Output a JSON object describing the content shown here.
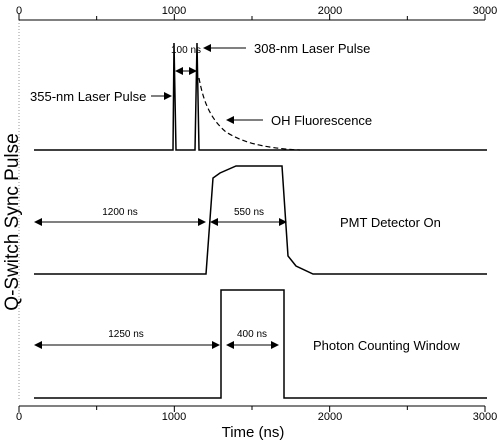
{
  "diagram": {
    "axis": {
      "title": "Time (ns)",
      "tick_labels": [
        "0",
        "1000",
        "2000",
        "3000"
      ],
      "min": 0,
      "max": 3000,
      "major_step": 1000,
      "minor_step": 500
    },
    "y_axis_label": "Q-Switch Sync Pulse",
    "panels": {
      "laser": {
        "label_355": "355-nm Laser Pulse",
        "label_308": "308-nm Laser Pulse",
        "gap_label": "100 ns",
        "fluorescence_label": "OH Fluorescence",
        "pulse_355_start_ns": 1000,
        "pulse_308_start_ns": 1150
      },
      "pmt": {
        "label": "PMT Detector On",
        "delay_label": "1200 ns",
        "duration_label": "550 ns",
        "delay_ns": 1200,
        "duration_ns": 550
      },
      "counting": {
        "label": "Photon Counting Window",
        "delay_label": "1250 ns",
        "duration_label": "400 ns",
        "delay_ns": 1250,
        "duration_ns": 400
      }
    }
  }
}
